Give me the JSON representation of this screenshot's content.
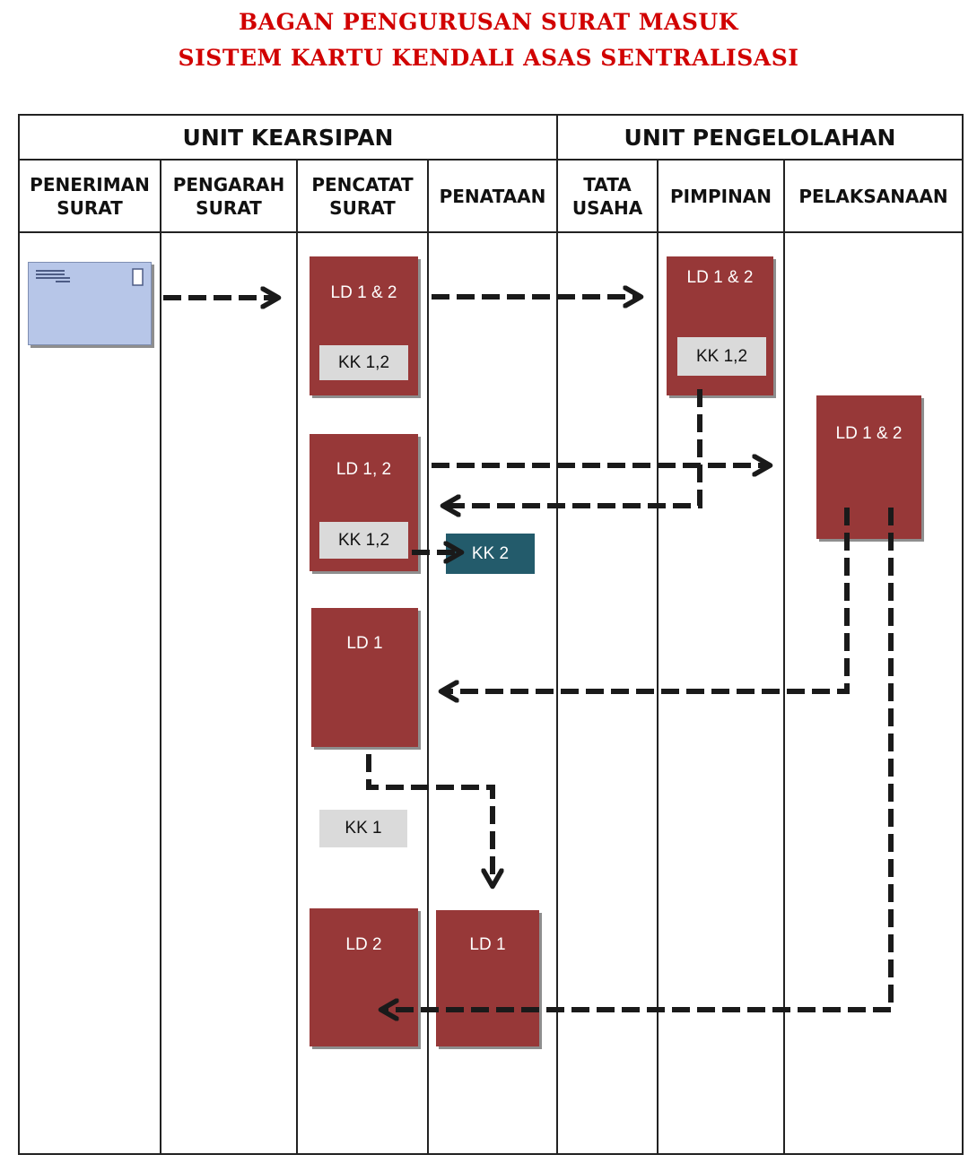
{
  "title": {
    "line1": "BAGAN PENGURUSAN SURAT MASUK",
    "line2": "SISTEM KARTU KENDALI ASAS SENTRALISASI"
  },
  "units": {
    "kearsipan": "UNIT KEARSIPAN",
    "pengelolahan": "UNIT PENGELOLAHAN"
  },
  "columns": {
    "penerimaan": "PENERIMAN\nSURAT",
    "pengarah": "PENGARAH\nSURAT",
    "pencatat": "PENCATAT\nSURAT",
    "penataan": "PENATAAN",
    "tata_usaha": "TATA\nUSAHA",
    "pimpinan": "PIMPINAN",
    "pelaksanaan": "PELAKSANAAN"
  },
  "documents": {
    "pencatat_ld12": "LD 1 & 2",
    "pencatat_kk12_a": "KK 1,2",
    "pimpinan_ld12": "LD 1 & 2",
    "pimpinan_kk12": "KK 1,2",
    "pelaksanaan_ld12": "LD 1 & 2",
    "pencatat_ld1_2": "LD 1, 2",
    "pencatat_kk12_b": "KK 1,2",
    "penataan_kk2": "KK 2",
    "pencatat_ld1": "LD 1",
    "pencatat_kk1": "KK 1",
    "pencatat_ld2": "LD 2",
    "penataan_ld1": "LD 1"
  },
  "colors": {
    "title": "#d10000",
    "document": "#973838",
    "card": "#dadada",
    "kk2": "#235b6b",
    "envelope": "#b7c6e8",
    "arrow": "#1a1a1a"
  }
}
